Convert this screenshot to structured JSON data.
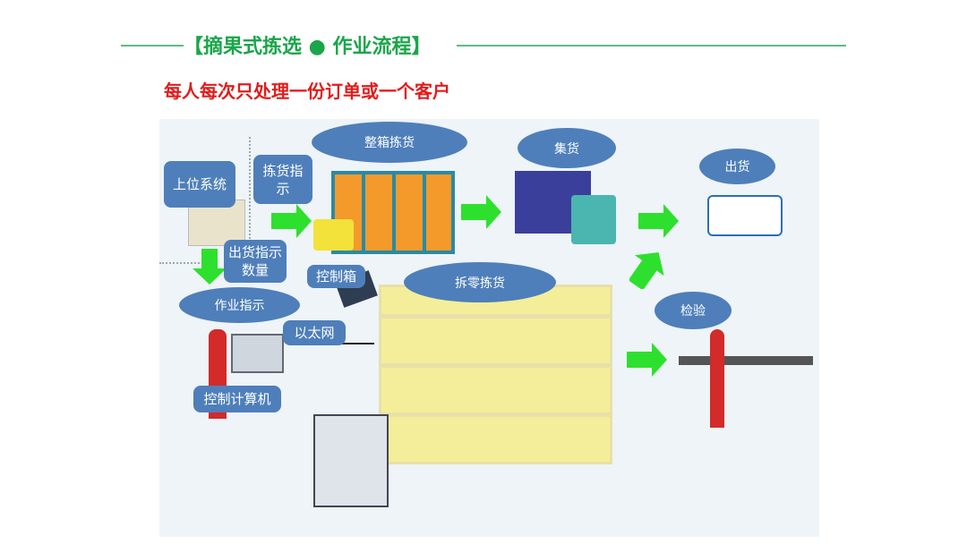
{
  "header": {
    "title": "【摘果式拣选 ● 作业流程】",
    "subtitle": "每人每次只处理一份订单或一个客户"
  },
  "diagram": {
    "ellipses": {
      "whole_case": "整箱拣货",
      "consolidation": "集货",
      "shipping": "出货",
      "piece_picking": "拆零拣货",
      "inspection": "检验",
      "work_instruction": "作业指示"
    },
    "boxes": {
      "host_system": "上位系统",
      "pick_instruction": "拣货指示",
      "ship_quantity": "出货指示数量",
      "control_box": "控制箱",
      "ethernet": "以太网",
      "control_computer": "控制计算机"
    }
  },
  "colors": {
    "title": "#1aa64a",
    "subtitle": "#e31b1b",
    "label_bg": "#4e7fba",
    "arrow": "#2ee02e"
  }
}
